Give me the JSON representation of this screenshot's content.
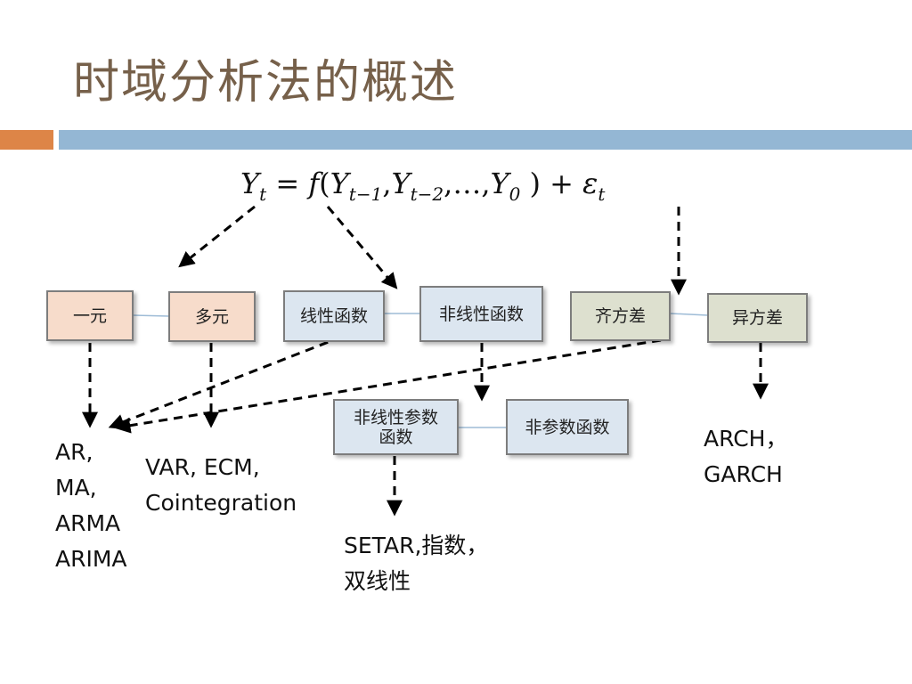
{
  "title": "时域分析法的概述",
  "colors": {
    "title": "#76604a",
    "accent_orange": "#dd8547",
    "accent_blue": "#94b7d4"
  },
  "formula": {
    "Y": "Y",
    "t": "t",
    "eq": " = ",
    "f": "f",
    "open": "(",
    "sub1": "t−1",
    "sub2": "t−2",
    "dots": "…",
    "sub0": "0",
    "close": " )",
    "plus": " + ",
    "eps": "ε",
    "comma": ","
  },
  "boxes": {
    "univariate": "一元",
    "multivariate": "多元",
    "linear": "线性函数",
    "nonlinear": "非线性函数",
    "homoscedastic": "齐方差",
    "heteroscedastic": "异方差",
    "nonlinear_parametric": "非线性参数函数",
    "nonparametric": "非参数函数"
  },
  "results": {
    "arma": [
      "AR,",
      "MA,",
      "ARMA",
      "ARIMA"
    ],
    "var": [
      "VAR, ECM,",
      "Cointegration"
    ],
    "setar": [
      "SETAR,指数，",
      "双线性"
    ],
    "arch": [
      "ARCH，",
      "GARCH"
    ]
  }
}
